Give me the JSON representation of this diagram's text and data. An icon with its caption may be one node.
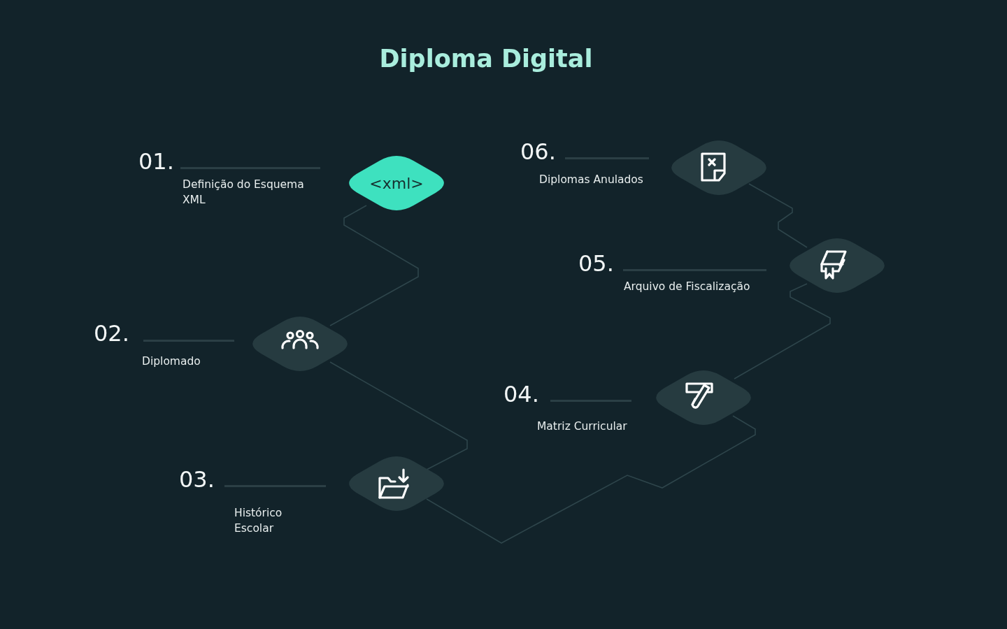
{
  "diagram": {
    "title": "Diploma Digital",
    "nodes": [
      {
        "text": [
          "<xml>"
        ],
        "beside": [
          "01.",
          "Definição do Esquema XML"
        ]
      },
      {
        "text": [],
        "shape": "diamond",
        "beside": [
          "02.",
          "Diplomado"
        ]
      },
      {
        "text": [],
        "shape": "diamond",
        "beside": [
          "03.",
          "Histórico Escolar"
        ]
      },
      {
        "text": [],
        "shape": "diamond",
        "beside": [
          "04.",
          "Matriz Curricular"
        ]
      },
      {
        "text": [],
        "shape": "diamond",
        "beside": [
          "05.",
          "Arquivo de Fiscalização"
        ]
      },
      {
        "text": [],
        "shape": "diamond",
        "beside": [
          "06.",
          "Diplomas Anulados"
        ]
      }
    ],
    "edges": [
      {
        "from": 0,
        "to": 1,
        "arrow": "none"
      },
      {
        "from": 1,
        "to": 2,
        "arrow": "none"
      },
      {
        "from": 2,
        "to": 3,
        "arrow": "none"
      },
      {
        "from": 3,
        "to": 4,
        "arrow": "none"
      },
      {
        "from": 4,
        "to": 5,
        "arrow": "none"
      }
    ]
  }
}
